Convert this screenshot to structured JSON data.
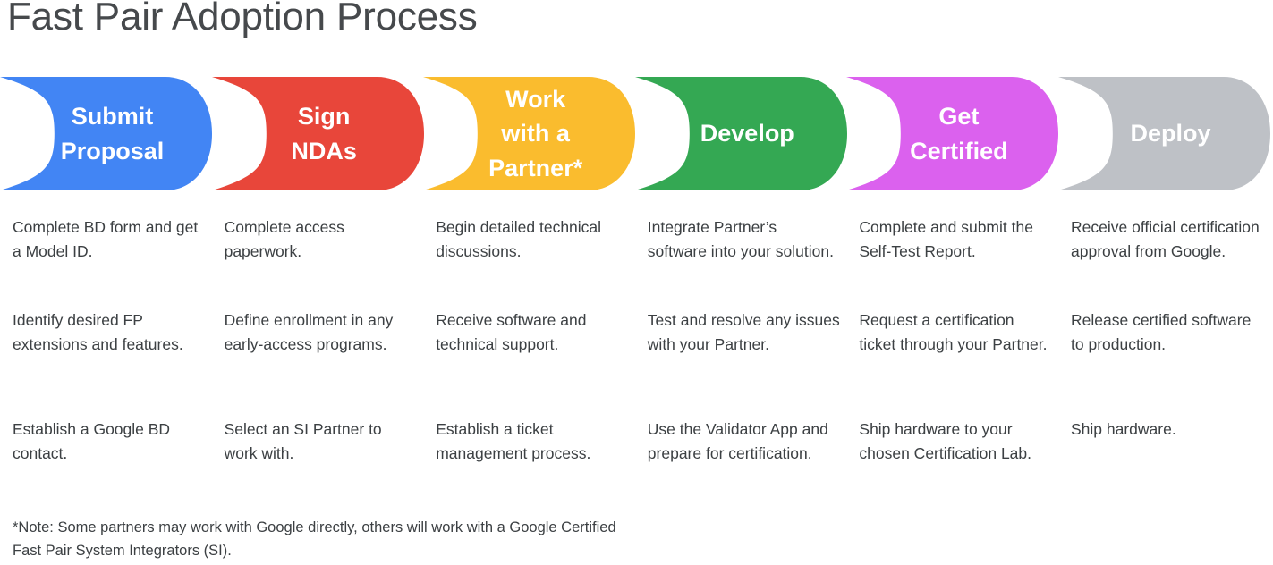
{
  "title": "Fast Pair Adoption Process",
  "colors": {
    "blue": "#4285F4",
    "red": "#E8463A",
    "yellow": "#FABC2E",
    "green": "#34A853",
    "magenta": "#DB61EE",
    "gray": "#BEC1C6",
    "title_text": "#46494c",
    "body_text": "#3c4043",
    "stage_text": "#ffffff",
    "background": "#ffffff"
  },
  "stages": [
    {
      "label": "Submit\nProposal",
      "color_key": "blue",
      "color": "#4285F4",
      "items": [
        "Complete BD form and get a Model ID.",
        "Identify desired FP extensions and features.",
        "Establish a Google BD contact."
      ]
    },
    {
      "label": "Sign\nNDAs",
      "color_key": "red",
      "color": "#E8463A",
      "items": [
        "Complete access paperwork.",
        "Define enrollment in any early-access programs.",
        "Select an SI Partner to work with."
      ]
    },
    {
      "label": "Work\nwith a\nPartner*",
      "color_key": "yellow",
      "color": "#FABC2E",
      "items": [
        "Begin detailed technical discussions.",
        "Receive software and technical support.",
        "Establish a ticket management process."
      ]
    },
    {
      "label": "Develop",
      "color_key": "green",
      "color": "#34A853",
      "items": [
        "Integrate Partner’s software into your solution.",
        "Test and resolve any issues with your Partner.",
        "Use the Validator App and prepare for certification."
      ]
    },
    {
      "label": "Get\nCertified",
      "color_key": "magenta",
      "color": "#DB61EE",
      "items": [
        "Complete and submit the Self-Test Report.",
        "Request a certification ticket through your Partner.",
        "Ship hardware to your chosen Certification Lab."
      ]
    },
    {
      "label": "Deploy",
      "color_key": "gray",
      "color": "#BEC1C6",
      "items": [
        "Receive official certification approval from Google.",
        "Release certified software to production.",
        "Ship hardware."
      ]
    }
  ],
  "footnote": "*Note: Some partners may work with Google directly, others will work with a Google Certified Fast Pair System Integrators (SI)."
}
